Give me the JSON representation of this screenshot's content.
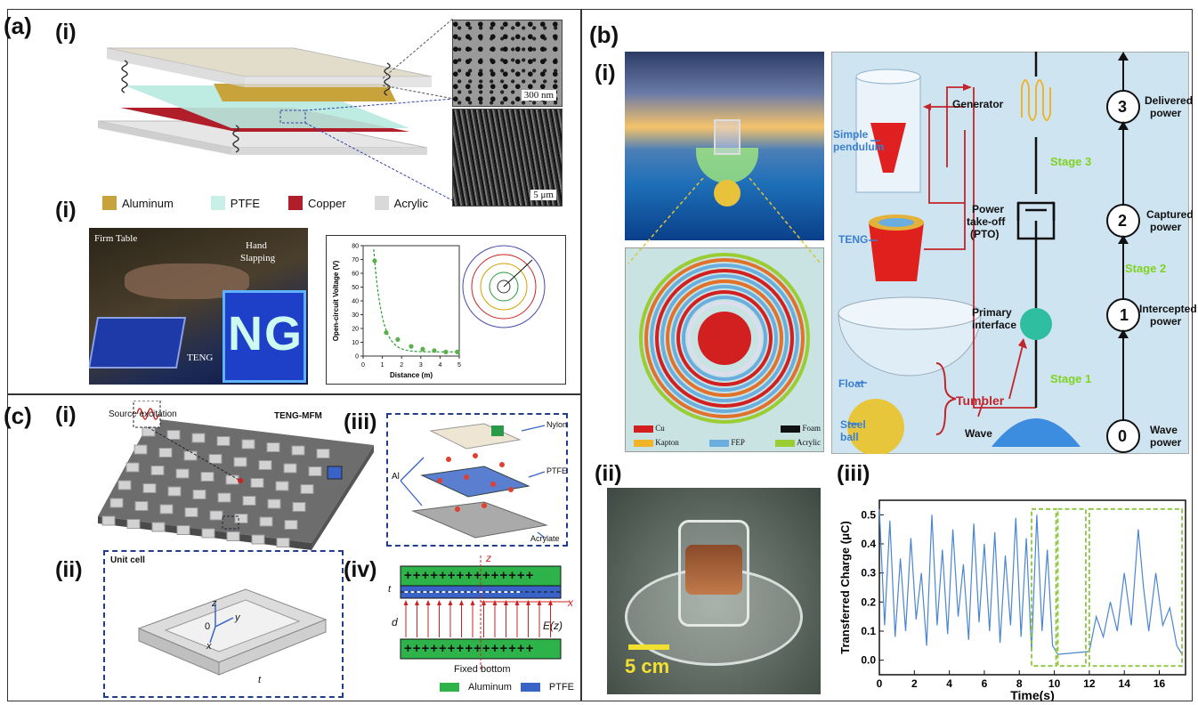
{
  "panels": {
    "a": "(a)",
    "a_i": "(i)",
    "a_i2": "(i)",
    "b": "(b)",
    "b_i": "(i)",
    "b_ii": "(ii)",
    "b_iii": "(iii)",
    "c": "(c)",
    "c_i": "(i)",
    "c_ii": "(ii)",
    "c_iii": "(iii)",
    "c_iv": "(iv)"
  },
  "a_top": {
    "scale_top": "300 nm",
    "scale_bottom": "5 μm",
    "legend": [
      {
        "label": "Aluminum",
        "color": "#c8a23a"
      },
      {
        "label": "PTFE",
        "color": "#c9efe9"
      },
      {
        "label": "Copper",
        "color": "#b01e2a"
      },
      {
        "label": "Acrylic",
        "color": "#d9d9d9"
      }
    ]
  },
  "a_photo": {
    "firm_table": "Firm Table",
    "hand_slapping_1": "Hand",
    "hand_slapping_2": "Slapping",
    "teng": "TENG",
    "ng": "NG"
  },
  "a_chart": {
    "ylabel": "Open-circuit Voltage (V)",
    "xlabel": "Distance (m)",
    "xticks": [
      "0",
      "1",
      "2",
      "3",
      "4",
      "5"
    ],
    "yticks": [
      "0",
      "10",
      "20",
      "30",
      "40",
      "50",
      "60",
      "70",
      "80"
    ]
  },
  "chart_data": [
    {
      "type": "scatter",
      "xlabel": "Distance (m)",
      "ylabel": "Open-circuit Voltage (V)",
      "xlim": [
        0,
        5
      ],
      "ylim": [
        0,
        80
      ],
      "x": [
        0.6,
        1.2,
        1.8,
        2.5,
        3.1,
        3.7,
        4.3,
        4.9
      ],
      "y": [
        69,
        17,
        12,
        7,
        5,
        4,
        3,
        3
      ]
    },
    {
      "type": "line",
      "xlabel": "Time(s)",
      "ylabel": "Transferred Charge (μC)",
      "xlim": [
        0,
        17.5
      ],
      "ylim": [
        -0.05,
        0.55
      ],
      "xticks": [
        "0",
        "2",
        "4",
        "6",
        "8",
        "10",
        "12",
        "14",
        "16"
      ],
      "yticks": [
        "0.0",
        "0.1",
        "0.2",
        "0.3",
        "0.4",
        "0.5"
      ],
      "x": [
        0,
        0.3,
        0.6,
        0.9,
        1.2,
        1.5,
        1.8,
        2.1,
        2.4,
        2.7,
        3.0,
        3.3,
        3.6,
        3.9,
        4.2,
        4.5,
        4.8,
        5.1,
        5.4,
        5.7,
        6.0,
        6.3,
        6.6,
        6.9,
        7.2,
        7.5,
        7.8,
        8.1,
        8.4,
        8.7,
        9.0,
        9.3,
        9.6,
        9.9,
        10.2,
        12.0,
        12.4,
        12.8,
        13.2,
        13.6,
        14.0,
        14.4,
        14.8,
        15.1,
        15.4,
        15.8,
        16.2,
        16.6,
        17.0,
        17.3
      ],
      "y": [
        0.52,
        0.12,
        0.48,
        0.08,
        0.35,
        0.1,
        0.42,
        0.14,
        0.3,
        0.05,
        0.5,
        0.12,
        0.38,
        0.09,
        0.45,
        0.15,
        0.33,
        0.07,
        0.47,
        0.13,
        0.4,
        0.1,
        0.44,
        0.06,
        0.36,
        0.12,
        0.49,
        0.08,
        0.42,
        0.03,
        0.5,
        0.1,
        0.38,
        0.05,
        0.02,
        0.03,
        0.15,
        0.08,
        0.2,
        0.1,
        0.3,
        0.12,
        0.45,
        0.25,
        0.1,
        0.3,
        0.12,
        0.18,
        0.05,
        0.02
      ]
    }
  ],
  "b_top": {
    "generator": "Generator",
    "simple_pendulum_1": "Simple",
    "simple_pendulum_2": "pendulum",
    "stage3": "Stage 3",
    "stage2": "Stage 2",
    "stage1": "Stage 1",
    "pto_1": "Power",
    "pto_2": "take-off",
    "pto_3": "(PTO)",
    "teng": "TENG",
    "primary_1": "Primary",
    "primary_2": "interface",
    "float": "Float",
    "tumbler": "Tumbler",
    "steel_1": "Steel",
    "steel_2": "ball",
    "wave": "Wave",
    "n3": "3",
    "n2": "2",
    "n1": "1",
    "n0": "0",
    "delivered_1": "Delivered",
    "delivered_2": "power",
    "captured_1": "Captured",
    "captured_2": "power",
    "intercepted_1": "Intercepted",
    "intercepted_2": "power",
    "wavepower_1": "Wave",
    "wavepower_2": "power",
    "legend": [
      {
        "label": "Cu",
        "color": "#d21f1f"
      },
      {
        "label": "Foam",
        "color": "#111111"
      },
      {
        "label": "Kapton",
        "color": "#f0b429"
      },
      {
        "label": "FEP",
        "color": "#6aaee0"
      },
      {
        "label": "Acrylic",
        "color": "#9acd32"
      }
    ]
  },
  "b_photo": {
    "scale": "5 cm"
  },
  "b_chart": {
    "ylabel": "Transferred Charge (μC)",
    "xlabel": "Time(s)"
  },
  "c_top": {
    "source": "Source excitation",
    "teng_mfm": "TENG-MFM",
    "nylon": "Nylon",
    "al": "Al",
    "ptfe": "PTFE",
    "acrylate": "Acrylate",
    "unit_cell": "Unit cell",
    "z": "z",
    "y": "y",
    "o": "0",
    "x": "x",
    "t0": "t",
    "fixed_bottom": "Fixed bottom",
    "ez": "E(z)",
    "d": "d",
    "legend": [
      {
        "label": "Aluminum",
        "color": "#2eb24a"
      },
      {
        "label": "PTFE",
        "color": "#3a63c7"
      }
    ]
  }
}
